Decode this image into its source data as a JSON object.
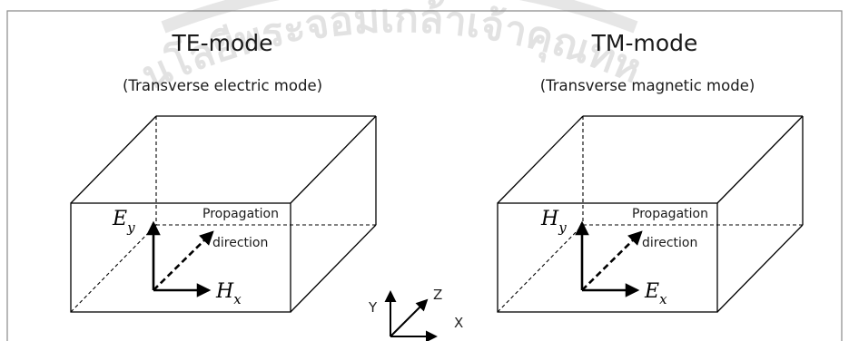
{
  "watermark_text": "สถาบันเทคโนโลยีพระจอมเกล้าเจ้าคุณทหารลาดกระบัง",
  "te_mode": {
    "title": "TE-mode",
    "subtitle": "(Transverse electric mode)",
    "vertical_field": {
      "base": "E",
      "sub": "y"
    },
    "horizontal_field": {
      "base": "H",
      "sub": "x"
    },
    "propagation_line1": "Propagation",
    "propagation_line2": "direction"
  },
  "tm_mode": {
    "title": "TM-mode",
    "subtitle": "(Transverse magnetic mode)",
    "vertical_field": {
      "base": "H",
      "sub": "y"
    },
    "horizontal_field": {
      "base": "E",
      "sub": "x"
    },
    "propagation_line1": "Propagation",
    "propagation_line2": "direction"
  },
  "axes": {
    "y": "Y",
    "z": "Z",
    "x": "X"
  }
}
